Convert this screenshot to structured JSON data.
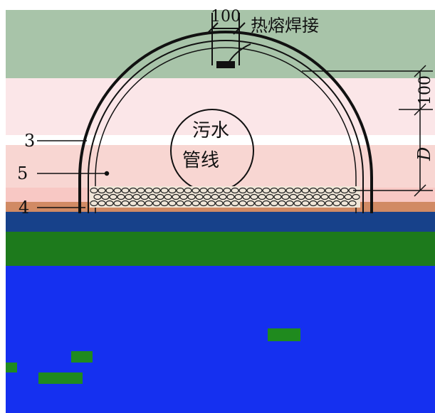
{
  "labels": {
    "top_dimension": "100",
    "weld_note": "热熔焊接",
    "side_dimension": "100",
    "depth_symbol": "D",
    "pipe_text_line1": "污水",
    "pipe_text_line2": "管线",
    "callout_3": "3",
    "callout_4": "4",
    "callout_5": "5"
  },
  "colors": {
    "sage_band": "#a8c4a9",
    "pink_band": "#fbe6e8",
    "salmon_band": "#f8c8c4",
    "orange_band": "#d18a64",
    "navy_band": "#17418a",
    "green_band": "#1d7a1c",
    "blue_band": "#1530f0",
    "green_block": "#1f8a1e",
    "line": "#111111"
  }
}
